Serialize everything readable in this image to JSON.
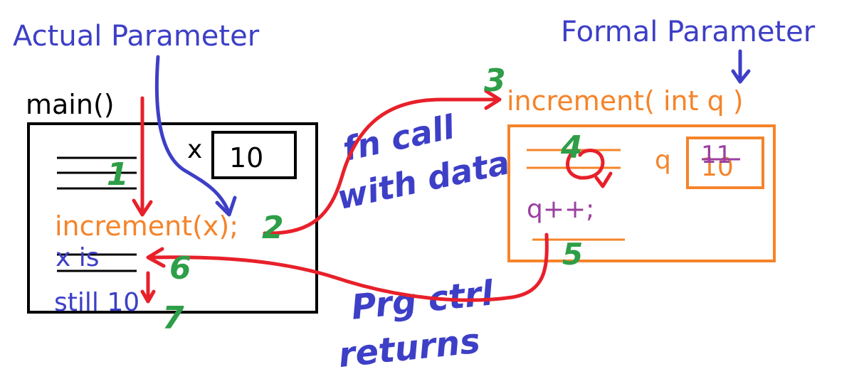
{
  "colors": {
    "blue": "#3d3fc7",
    "red": "#e8202a",
    "green": "#2e9e48",
    "orange": "#f5842a",
    "purple": "#9b3fa0",
    "black": "#000000"
  },
  "labels": {
    "actual_parameter": "Actual Parameter",
    "formal_parameter": "Formal Parameter",
    "main": "main()",
    "main_var_name": "x",
    "main_var_value": "10",
    "call_statement": "increment(x);",
    "x_is": "x is",
    "still_10": "still 10",
    "function_header": "increment( int q )",
    "fn_var_name": "q",
    "fn_var_old_value": "10",
    "fn_var_new_value": "11",
    "increment_statement": "q++;",
    "fn_call_line1": "fn call",
    "fn_call_line2": "with data",
    "prg_ctrl_line1": "Prg ctrl",
    "prg_ctrl_line2": "returns"
  },
  "steps": [
    "1",
    "2",
    "3",
    "4",
    "5",
    "6",
    "7"
  ]
}
